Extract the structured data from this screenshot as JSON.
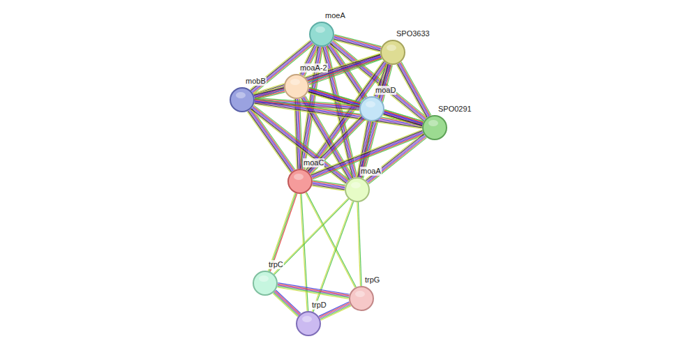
{
  "diagram": {
    "nodes": [
      {
        "text": [
          "moeA"
        ]
      },
      {
        "text": [
          "SPO3633"
        ]
      },
      {
        "text": [
          "moaA-2"
        ]
      },
      {
        "text": [
          "mobB"
        ]
      },
      {
        "text": [
          "moaD"
        ]
      },
      {
        "text": [
          "SPO0291"
        ]
      },
      {
        "text": [
          "moaC"
        ]
      },
      {
        "text": [
          "moaA"
        ]
      },
      {
        "text": [
          "trpC"
        ]
      },
      {
        "text": [
          "trpG"
        ]
      },
      {
        "text": [
          "trpD"
        ]
      }
    ],
    "edges": [
      {
        "from": 0,
        "to": 1,
        "arrow": "none"
      },
      {
        "from": 0,
        "to": 2,
        "arrow": "none"
      },
      {
        "from": 0,
        "to": 3,
        "arrow": "none"
      },
      {
        "from": 0,
        "to": 4,
        "arrow": "none"
      },
      {
        "from": 0,
        "to": 5,
        "arrow": "none"
      },
      {
        "from": 0,
        "to": 6,
        "arrow": "none"
      },
      {
        "from": 0,
        "to": 7,
        "arrow": "none"
      },
      {
        "from": 1,
        "to": 2,
        "arrow": "none"
      },
      {
        "from": 1,
        "to": 3,
        "arrow": "none"
      },
      {
        "from": 1,
        "to": 4,
        "arrow": "none"
      },
      {
        "from": 1,
        "to": 5,
        "arrow": "none"
      },
      {
        "from": 1,
        "to": 6,
        "arrow": "none"
      },
      {
        "from": 1,
        "to": 7,
        "arrow": "none"
      },
      {
        "from": 2,
        "to": 3,
        "arrow": "none"
      },
      {
        "from": 2,
        "to": 4,
        "arrow": "none"
      },
      {
        "from": 2,
        "to": 5,
        "arrow": "none"
      },
      {
        "from": 2,
        "to": 6,
        "arrow": "none"
      },
      {
        "from": 2,
        "to": 7,
        "arrow": "none"
      },
      {
        "from": 3,
        "to": 4,
        "arrow": "none"
      },
      {
        "from": 3,
        "to": 5,
        "arrow": "none"
      },
      {
        "from": 3,
        "to": 6,
        "arrow": "none"
      },
      {
        "from": 3,
        "to": 7,
        "arrow": "none"
      },
      {
        "from": 4,
        "to": 5,
        "arrow": "none"
      },
      {
        "from": 4,
        "to": 6,
        "arrow": "none"
      },
      {
        "from": 4,
        "to": 7,
        "arrow": "none"
      },
      {
        "from": 5,
        "to": 6,
        "arrow": "none"
      },
      {
        "from": 5,
        "to": 7,
        "arrow": "none"
      },
      {
        "from": 6,
        "to": 7,
        "arrow": "none"
      },
      {
        "from": 6,
        "to": 8,
        "arrow": "none"
      },
      {
        "from": 6,
        "to": 9,
        "arrow": "none"
      },
      {
        "from": 6,
        "to": 10,
        "arrow": "none"
      },
      {
        "from": 7,
        "to": 8,
        "arrow": "none"
      },
      {
        "from": 7,
        "to": 9,
        "arrow": "none"
      },
      {
        "from": 7,
        "to": 10,
        "arrow": "none"
      },
      {
        "from": 8,
        "to": 9,
        "arrow": "none"
      },
      {
        "from": 8,
        "to": 10,
        "arrow": "none"
      },
      {
        "from": 10,
        "to": 9,
        "arrow": "none"
      }
    ]
  }
}
